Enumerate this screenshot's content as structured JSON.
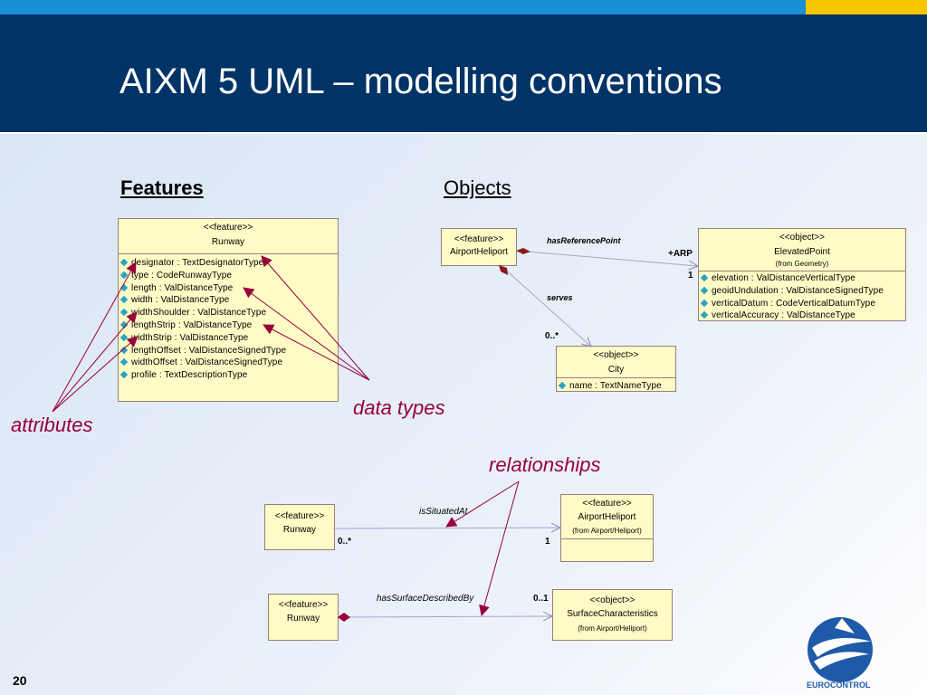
{
  "slide": {
    "title": "AIXM 5 UML – modelling conventions",
    "page_number": "20",
    "logo_text": "EUROCONTROL"
  },
  "headings": {
    "features": "Features",
    "objects": "Objects"
  },
  "runway_class": {
    "stereotype": "<<feature>>",
    "name": "Runway",
    "attributes": [
      "designator : TextDesignatorType",
      "type : CodeRunwayType",
      "length : ValDistanceType",
      "width : ValDistanceType",
      "widthShoulder : ValDistanceType",
      "lengthStrip : ValDistanceType",
      "widthStrip : ValDistanceType",
      "lengthOffset : ValDistanceSignedType",
      "widthOffset : ValDistanceSignedType",
      "profile : TextDescriptionType"
    ]
  },
  "airport_class": {
    "stereotype": "<<feature>>",
    "name": "AirportHeliport"
  },
  "elevated_class": {
    "stereotype": "<<object>>",
    "name": "ElevatedPoint",
    "origin": "(from Geometry)",
    "attributes": [
      "elevation : ValDistanceVerticalType",
      "geoidUndulation : ValDistanceSignedType",
      "verticalDatum : CodeVerticalDatumType",
      "verticalAccuracy : ValDistanceType"
    ]
  },
  "city_class": {
    "stereotype": "<<object>>",
    "name": "City",
    "attributes": [
      "name : TextNameType"
    ]
  },
  "links": {
    "has_reference_point": "hasReferencePoint",
    "arp_role": "+ARP",
    "arp_mult": "1",
    "serves": "serves",
    "serves_mult": "0..*",
    "is_situated_at": "isSituatedAt",
    "situated_mult_source": "0..*",
    "situated_mult_target": "1",
    "has_surface": "hasSurfaceDescribedBy",
    "surface_mult": "0..1"
  },
  "lower_runway_1": {
    "stereotype": "<<feature>>",
    "name": "Runway"
  },
  "lower_airport": {
    "stereotype": "<<feature>>",
    "name": "AirportHeliport",
    "origin": "(from Airport/Heliport)"
  },
  "lower_runway_2": {
    "stereotype": "<<feature>>",
    "name": "Runway"
  },
  "surface_class": {
    "stereotype": "<<object>>",
    "name": "SurfaceCharacteristics",
    "origin": "(from Airport/Heliport)"
  },
  "callouts": {
    "attributes": "attributes",
    "data_types": "data types",
    "relationships": "relationships"
  },
  "colors": {
    "header_bg": "#003366",
    "top_strip": "#1a8fd6",
    "top_accent": "#f7c600",
    "uml_fill": "#fffbc6",
    "callout": "#99003a",
    "link_line": "#a9a3c9"
  }
}
